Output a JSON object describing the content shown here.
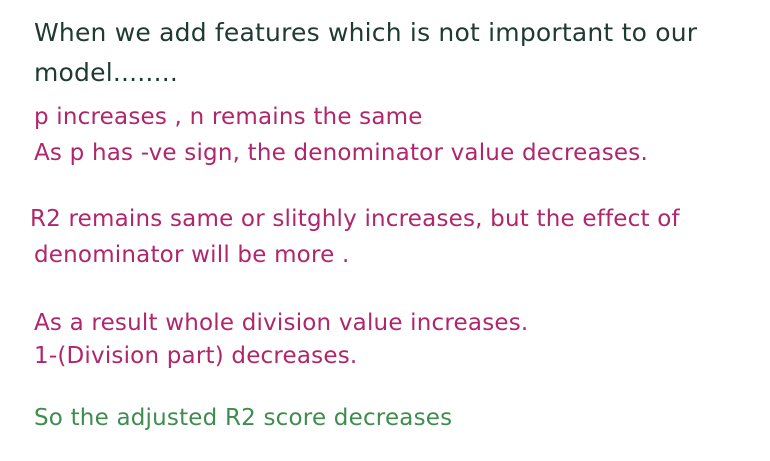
{
  "note": {
    "heading_line1": "When we add features which is not important to our",
    "heading_line2": "model........",
    "para1_line1": "p increases , n remains the same",
    "para1_line2": "As p has -ve sign, the denominator value decreases.",
    "para2_line1": "R2 remains same or slitghly increases, but the effect of",
    "para2_line2": "denominator will be more .",
    "para3_line1": "As a result whole division value increases.",
    "para3_line2": "1-(Division part) decreases.",
    "conclusion": "So the adjusted R2 score decreases"
  },
  "colors": {
    "heading": "#1f3a33",
    "body": "#b0266b",
    "conclusion": "#3f8c4f"
  }
}
